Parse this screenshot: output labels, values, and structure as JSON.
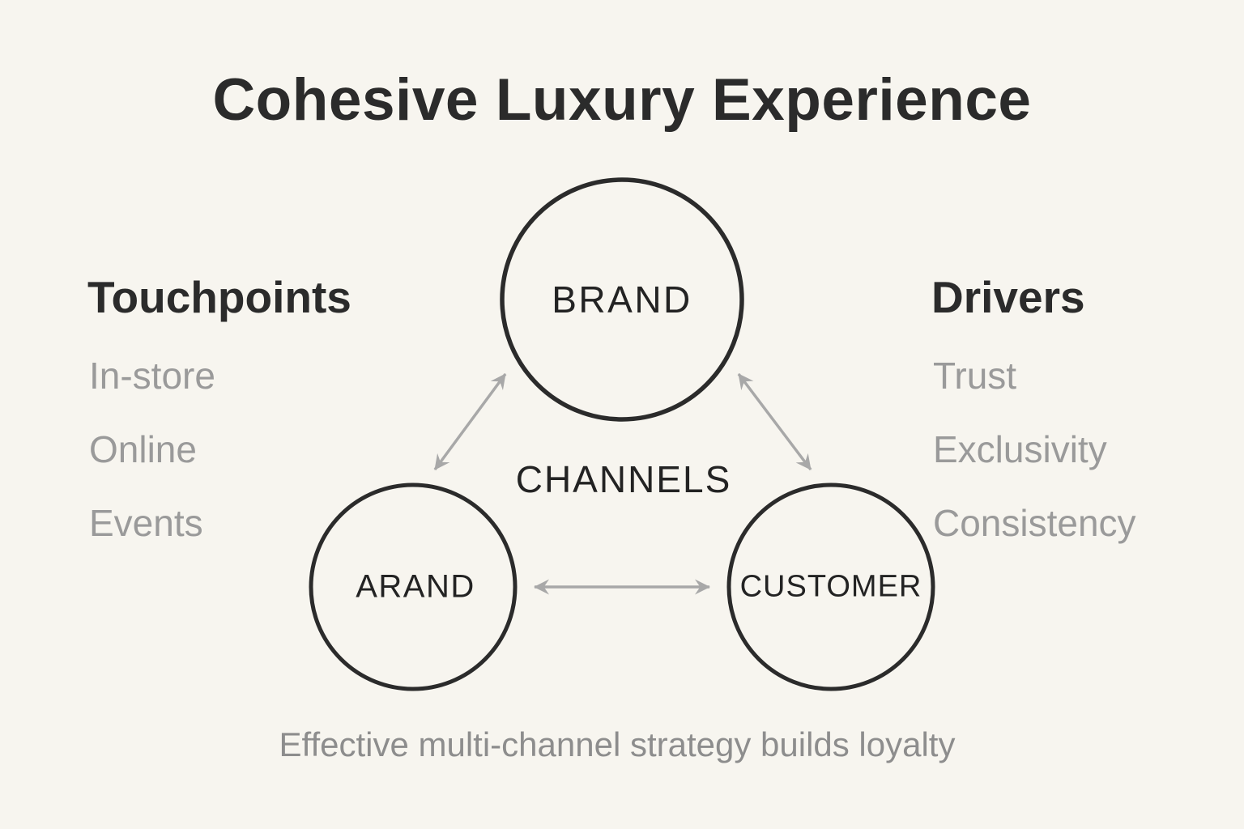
{
  "title": "Cohesive Luxury Experience",
  "nodes": {
    "top": "BRAND",
    "bottom_left": "ARAND",
    "bottom_right": "CUSTOMER"
  },
  "center_label": "CHANNELS",
  "left_panel": {
    "heading": "Touchpoints",
    "items": [
      "In-store",
      "Online",
      "Events"
    ]
  },
  "right_panel": {
    "heading": "Drivers",
    "items": [
      "Trust",
      "Exclusivity",
      "Consistency"
    ]
  },
  "caption": "Effective multi-channel strategy builds loyalty",
  "colors": {
    "background": "#f7f5ef",
    "ink": "#2b2b2b",
    "muted": "#9a9a9a",
    "arrow": "#a8a8a8"
  }
}
